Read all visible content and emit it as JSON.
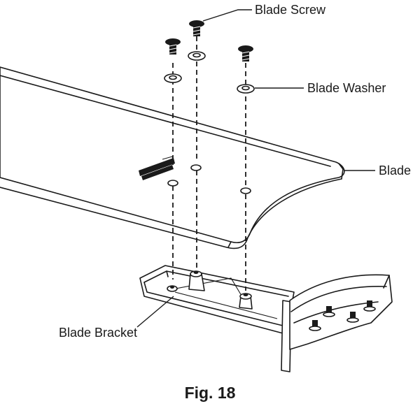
{
  "figure": {
    "caption": "Fig. 18"
  },
  "labels": {
    "blade_screw": "Blade Screw",
    "blade_washer": "Blade Washer",
    "blade": "Blade",
    "blade_bracket": "Blade Bracket"
  }
}
